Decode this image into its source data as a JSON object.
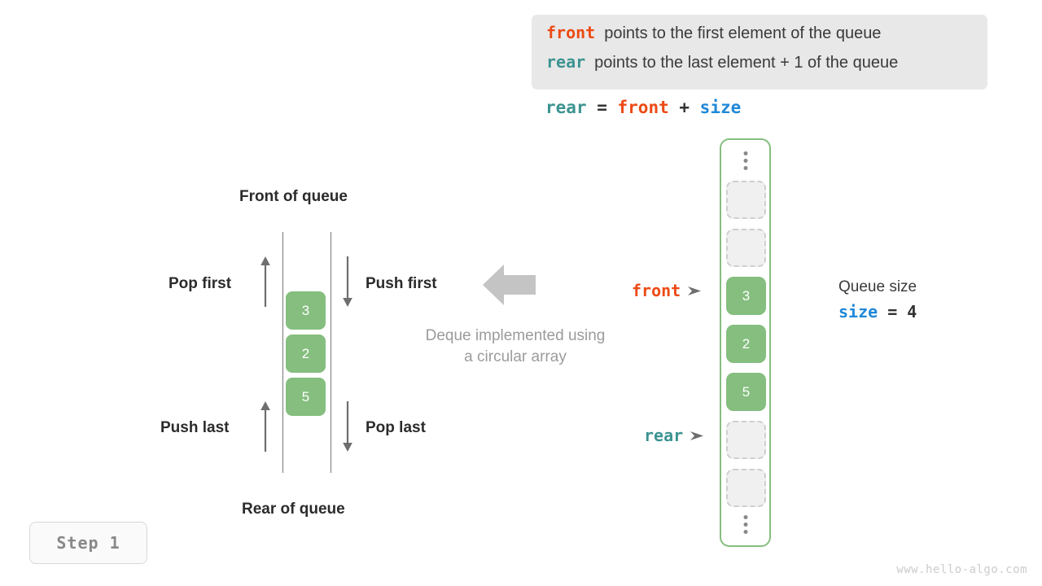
{
  "legend": {
    "rows": [
      {
        "term": "front",
        "term_color": "#ec4a15",
        "desc": "points to the first element of the queue"
      },
      {
        "term": "rear",
        "term_color": "#3c9391",
        "desc": "points to the last element + 1 of the queue"
      }
    ]
  },
  "formula": {
    "lhs": "rear",
    "eq": " = ",
    "rhs1": "front",
    "plus": " + ",
    "rhs2": "size"
  },
  "deque_diagram": {
    "top_label": "Front of queue",
    "bottom_label": "Rear of queue",
    "operations": {
      "pop_first": "Pop first",
      "push_first": "Push first",
      "push_last": "Push last",
      "pop_last": "Pop last"
    },
    "cells": [
      "3",
      "2",
      "5"
    ],
    "caption_line1": "Deque implemented using",
    "caption_line2": "a circular array",
    "big_arrow_icon": "arrow-left-icon"
  },
  "circular_array": {
    "top_ellipsis_icon": "vertical-ellipsis-icon",
    "bottom_ellipsis_icon": "vertical-ellipsis-icon",
    "slots": [
      {
        "value": "",
        "state": "empty"
      },
      {
        "value": "",
        "state": "empty"
      },
      {
        "value": "3",
        "state": "filled"
      },
      {
        "value": "2",
        "state": "filled"
      },
      {
        "value": "5",
        "state": "filled"
      },
      {
        "value": "",
        "state": "empty"
      },
      {
        "value": "",
        "state": "empty"
      }
    ],
    "pointers": [
      {
        "label": "front",
        "color": "#ec4a15",
        "slot_index": 2,
        "head_icon": "arrow-right-head-icon"
      },
      {
        "label": "rear",
        "color": "#3c9391",
        "slot_index": 5,
        "head_icon": "arrow-right-head-icon"
      }
    ]
  },
  "queue_size": {
    "title": "Queue size",
    "var": "size",
    "expr": " = 4",
    "value": "4"
  },
  "step_badge": {
    "label": "Step 1"
  },
  "watermark": {
    "text": "www.hello-algo.com"
  },
  "colors": {
    "front": "#ec4a15",
    "rear": "#3c9391",
    "size": "#1f88d9",
    "cell_fill": "#85be7f",
    "container_border": "#85be7f",
    "empty_cell": "#f0f0f0",
    "legend_bg": "#e8e8e8",
    "muted_text": "#9b9b9b"
  }
}
